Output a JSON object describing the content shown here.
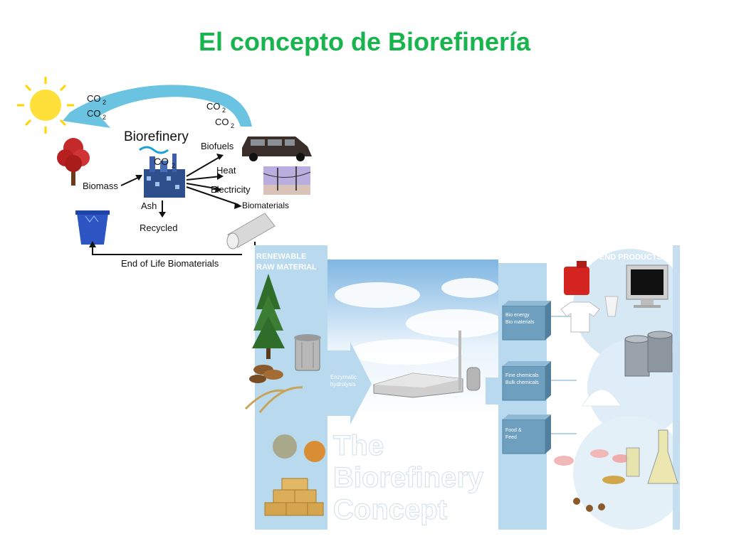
{
  "slide": {
    "title": "El concepto de Biorefinería",
    "title_color": "#18b44e"
  },
  "cycle": {
    "co2_left_1": "CO",
    "co2_left_2": "CO",
    "co2_right_1": "CO",
    "co2_right_2": "CO",
    "co2_center": "CO",
    "subscript": "2",
    "biorefinery": "Biorefinery",
    "biofuels": "Biofuels",
    "heat": "Heat",
    "electricity": "Electricity",
    "biomaterials": "Biomaterials",
    "biomass": "Biomass",
    "ash": "Ash",
    "recycled": "Recycled",
    "end_of_life": "End of Life Biomaterials"
  },
  "concept": {
    "raw_material_1": "RENEWABLE",
    "raw_material_2": "RAW MATERIAL",
    "end_products": "END PRODUCTS",
    "hydrolysis_1": "Enzymatic",
    "hydrolysis_2": "hydrolysis",
    "box1_1": "Bio energy",
    "box1_2": "Bio materials",
    "box2_1": "Fine chemicals",
    "box2_2": "Bulk chemicals",
    "box3_1": "Food &",
    "box3_2": "Feed",
    "watermark_1": "The",
    "watermark_2": "Biorefinery",
    "watermark_3": "Concept"
  }
}
